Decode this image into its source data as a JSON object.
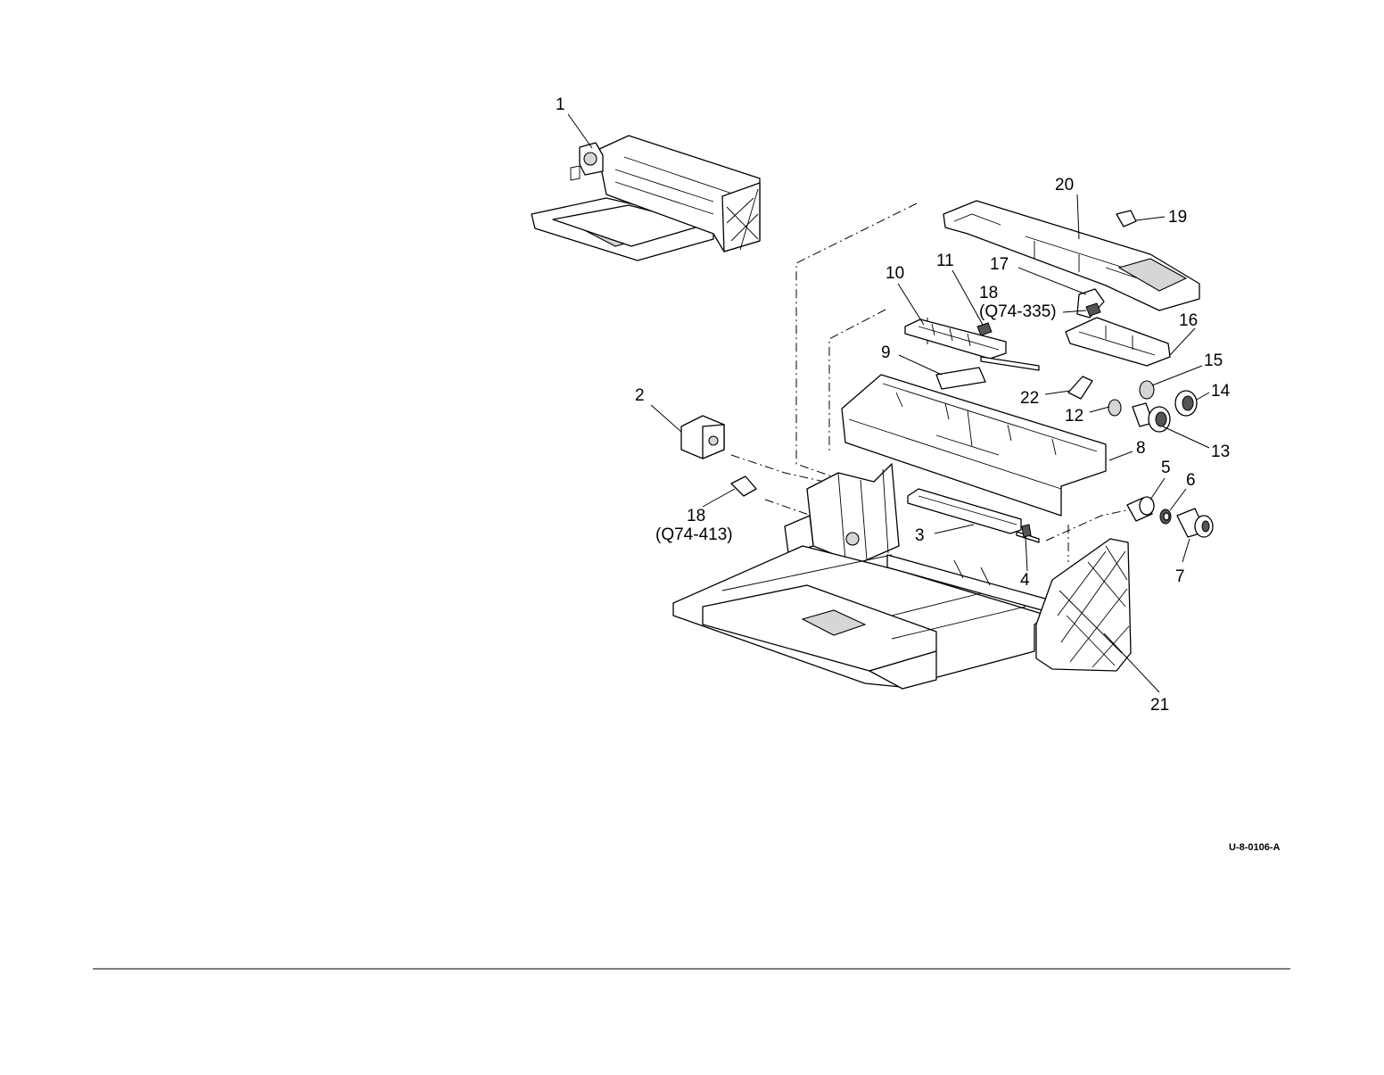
{
  "diagram": {
    "callouts": {
      "c1": "1",
      "c2": "2",
      "c3": "3",
      "c4": "4",
      "c5": "5",
      "c6": "6",
      "c7": "7",
      "c8": "8",
      "c9": "9",
      "c10": "10",
      "c11": "11",
      "c12": "12",
      "c13": "13",
      "c14": "14",
      "c15": "15",
      "c16": "16",
      "c17": "17",
      "c18a": "18",
      "c18a_ref": "(Q74-335)",
      "c18b": "18",
      "c18b_ref": "(Q74-413)",
      "c19": "19",
      "c20": "20",
      "c21": "21",
      "c22": "22"
    },
    "figure_code": "U-8-0106-A"
  }
}
